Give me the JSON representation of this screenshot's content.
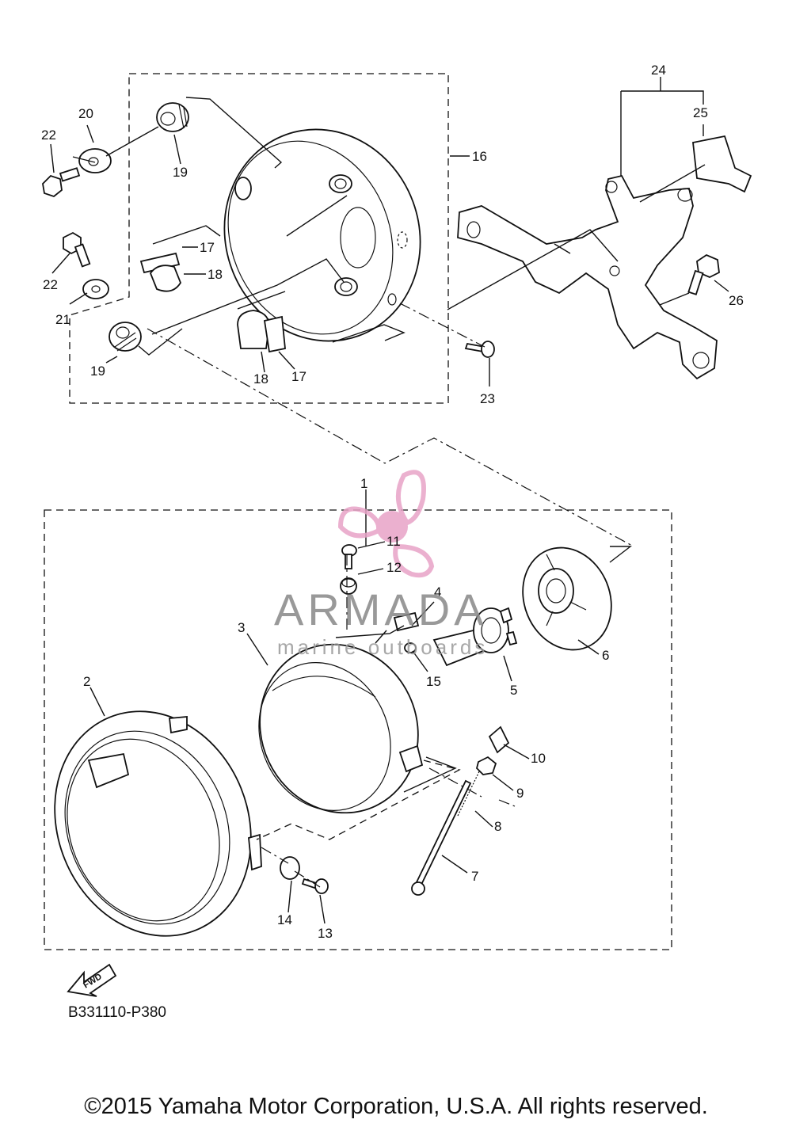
{
  "diagram_code": "B331110-P380",
  "copyright": "©2015 Yamaha Motor Corporation, U.S.A. All rights reserved.",
  "watermark": {
    "brand": "ARMADA",
    "subtitle": "marine outboards",
    "logo_color": "#e8a3c7"
  },
  "fwd_label": "FWD",
  "callouts": {
    "p1": "1",
    "p2": "2",
    "p3": "3",
    "p4": "4",
    "p5": "5",
    "p6": "6",
    "p7": "7",
    "p8": "8",
    "p9": "9",
    "p10": "10",
    "p11": "11",
    "p12": "12",
    "p13": "13",
    "p14": "14",
    "p15": "15",
    "p16": "16",
    "p17a": "17",
    "p17b": "17",
    "p18a": "18",
    "p18b": "18",
    "p19a": "19",
    "p19b": "19",
    "p20": "20",
    "p21": "21",
    "p22a": "22",
    "p22b": "22",
    "p23": "23",
    "p24": "24",
    "p25": "25",
    "p26": "26"
  }
}
